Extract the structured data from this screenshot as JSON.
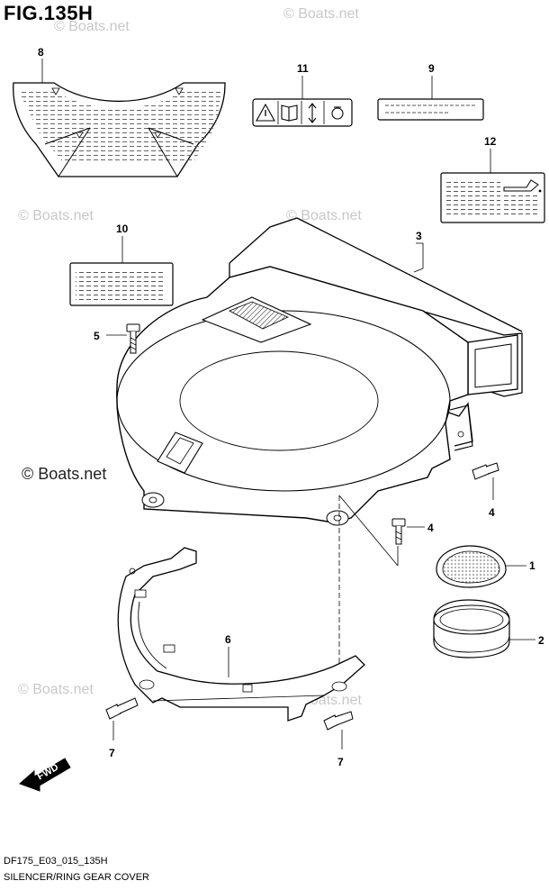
{
  "figure": {
    "title": "FIG.135H",
    "code": "DF175_E03_015_135H",
    "caption": "SILENCER/RING GEAR COVER"
  },
  "watermarks": {
    "main": "© Boats.net",
    "faint": "© Boats.net"
  },
  "fwd_label": "FWD",
  "callouts": {
    "c1": "1",
    "c2": "2",
    "c3": "3",
    "c4a": "4",
    "c4b": "4",
    "c5": "5",
    "c6": "6",
    "c7a": "7",
    "c7b": "7",
    "c8": "8",
    "c9": "9",
    "c10": "10",
    "c11": "11",
    "c12": "12"
  },
  "icons": [
    "warning-icon",
    "manual-icon",
    "updown-arrow-icon",
    "oil-can-icon"
  ]
}
